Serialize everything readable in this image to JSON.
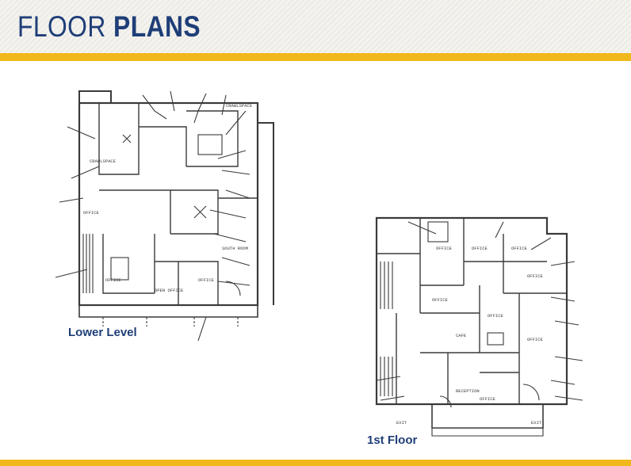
{
  "header": {
    "title_light": "FLOOR",
    "title_bold": "PLANS"
  },
  "plans": [
    {
      "label": "Lower Level"
    },
    {
      "label": "1st Floor"
    }
  ],
  "colors": {
    "title": "#1f3e78",
    "band": "#f0b81b",
    "header_bg": "#f4f3ee",
    "ink": "#3a3a3a"
  }
}
